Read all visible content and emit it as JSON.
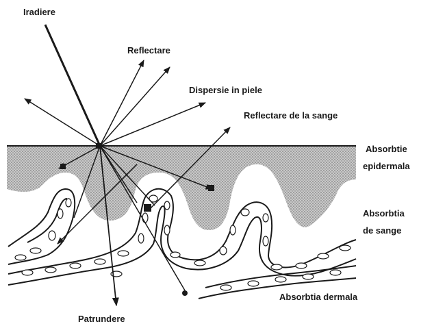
{
  "labels": {
    "irradiation": "Iradiere",
    "reflection": "Reflectare",
    "skin_scatter": "Dispersie in piele",
    "blood_reflection": "Reflectare de la sange",
    "epidermal_absorption_1": "Absorbtie",
    "epidermal_absorption_2": "epidermala",
    "blood_absorption_1": "Absorbtia",
    "blood_absorption_2": "de sange",
    "dermal_absorption": "Absorbtia dermala",
    "penetration": "Patrundere"
  },
  "colors": {
    "ink": "#1a1a1a",
    "epidermis_fill": "#b8b8b8",
    "background": "#ffffff"
  }
}
